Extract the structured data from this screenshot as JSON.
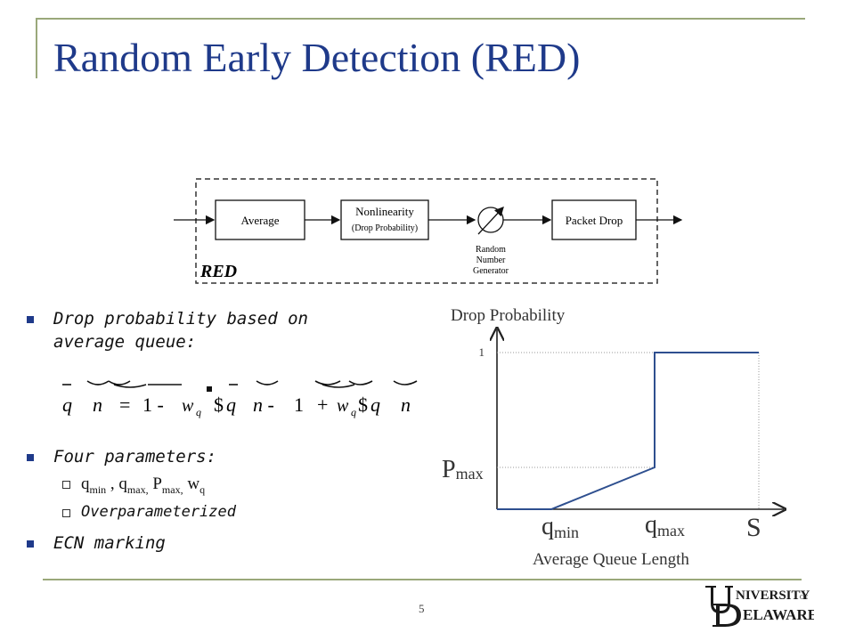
{
  "slide": {
    "title": "Random Early Detection (RED)",
    "page_number": "5"
  },
  "block_diagram": {
    "blocks": [
      "Average",
      "Nonlinearity",
      "(Drop Probability)",
      "Packet Drop"
    ],
    "generator_label": [
      "Random",
      "Number",
      "Generator"
    ],
    "group_label": "RED"
  },
  "bullets": {
    "b1_line1": "Drop probability based on",
    "b1_line2": "average queue:",
    "b2": "Four parameters:",
    "params": {
      "q": "q",
      "min": "min",
      "sep1": " , ",
      "max": "max,",
      "P": "P",
      "w": "w",
      "wq": "q"
    },
    "sub2": "Overparameterized",
    "b3": "ECN marking"
  },
  "formula": {
    "parts": [
      "q",
      "n",
      "=",
      "1 -",
      "w",
      "q",
      "$",
      "q",
      "n -",
      "1",
      "+",
      "w",
      "q",
      "$",
      "q",
      "n"
    ]
  },
  "drop_chart": {
    "title": "Drop Probability",
    "y_tick": "1",
    "pmax_label": "P",
    "pmax_sub": "max",
    "qmin_label": "q",
    "qmin_sub": "min",
    "qmax_label": "q",
    "qmax_sub": "max",
    "s_label": "S",
    "xlabel": "Average Queue Length",
    "line_color": "#2e4f8f"
  },
  "logo": {
    "text_top": "NIVERSITY",
    "text_of": "OF",
    "text_bottom": "ELAWARE",
    "color": "#1a1a1a"
  }
}
